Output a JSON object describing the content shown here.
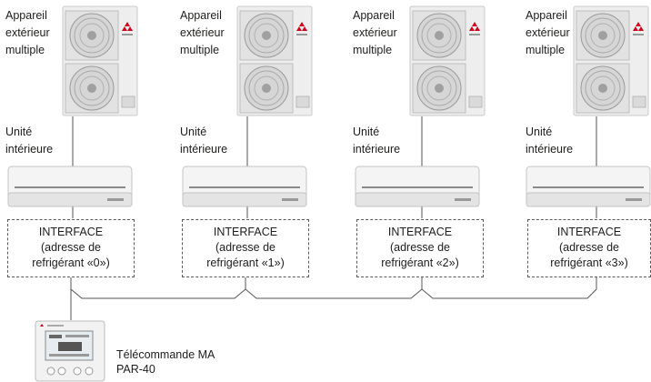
{
  "units": [
    {
      "outdoor_label": [
        "Appareil",
        "extérieur",
        "multiple"
      ],
      "indoor_label": [
        "Unité",
        "intérieure"
      ],
      "interface": [
        "INTERFACE",
        "(adresse de",
        "refrigérant «0»)"
      ]
    },
    {
      "outdoor_label": [
        "Appareil",
        "extérieur",
        "multiple"
      ],
      "indoor_label": [
        "Unité",
        "intérieure"
      ],
      "interface": [
        "INTERFACE",
        "(adresse de",
        "refrigérant «1»)"
      ]
    },
    {
      "outdoor_label": [
        "Appareil",
        "extérieur",
        "multiple"
      ],
      "indoor_label": [
        "Unité",
        "intérieure"
      ],
      "interface": [
        "INTERFACE",
        "(adresse de",
        "refrigérant «2»)"
      ]
    },
    {
      "outdoor_label": [
        "Appareil",
        "extérieur",
        "multiple"
      ],
      "indoor_label": [
        "Unité",
        "intérieure"
      ],
      "interface": [
        "INTERFACE",
        "(adresse de",
        "refrigérant «3»)"
      ]
    }
  ],
  "remote": {
    "label_line1": "Télécommande MA",
    "label_line2": "PAR-40"
  },
  "colors": {
    "brand_red": "#d0021b",
    "line": "#555555"
  }
}
